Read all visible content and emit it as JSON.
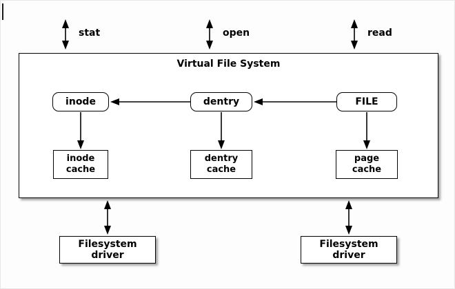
{
  "colors": {
    "background": "#fdfdfd",
    "box_fill": "#ffffff",
    "line": "#000000",
    "shadow": "rgba(0,0,0,0.35)"
  },
  "syscalls": [
    {
      "label": "stat"
    },
    {
      "label": "open"
    },
    {
      "label": "read"
    }
  ],
  "vfs": {
    "title": "Virtual File System",
    "nodes": [
      {
        "label": "inode"
      },
      {
        "label": "dentry"
      },
      {
        "label": "FILE"
      }
    ],
    "caches": [
      {
        "label": "inode\ncache"
      },
      {
        "label": "dentry\ncache"
      },
      {
        "label": "page\ncache"
      }
    ]
  },
  "drivers": [
    {
      "label": "Filesystem\ndriver"
    },
    {
      "label": "Filesystem\ndriver"
    }
  ]
}
